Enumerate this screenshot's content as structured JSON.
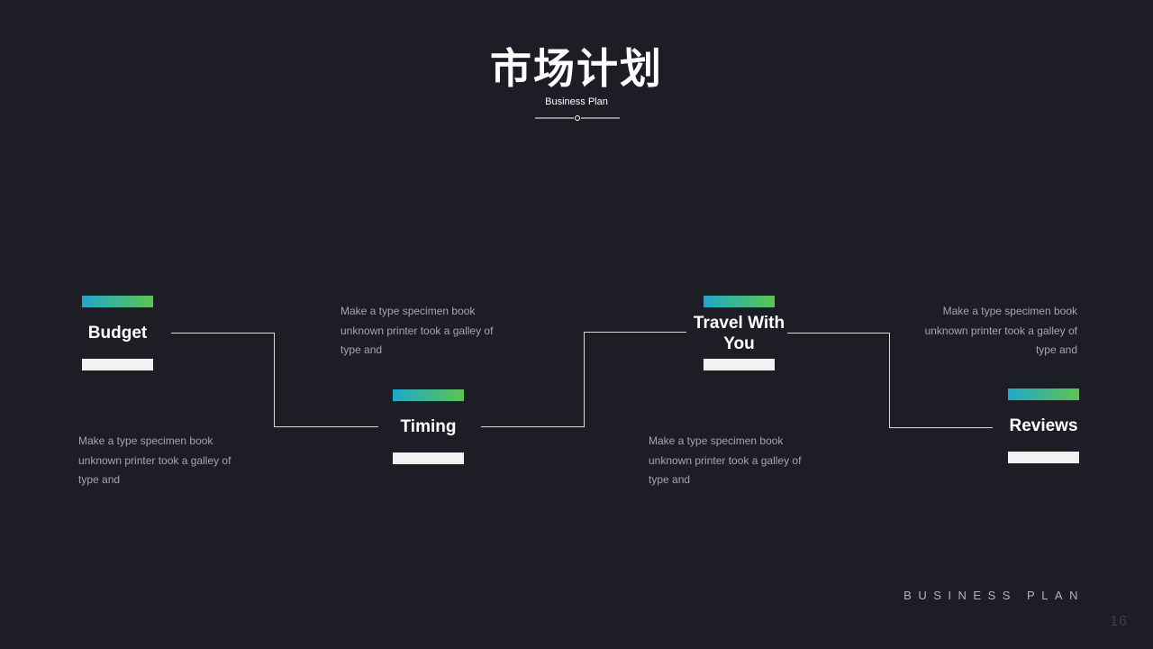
{
  "slide": {
    "title": "市场计划",
    "subtitle": "Business Plan",
    "footer": "BUSINESS PLAN",
    "page_number": "16"
  },
  "colors": {
    "background": "#1d1e25",
    "gradient_start": "#1fa8c9",
    "gradient_end": "#5dc452",
    "bar_light": "#f2f2f2",
    "line": "#d9d9d9",
    "description_text": "#a6a6ad"
  },
  "nodes": [
    {
      "label": "Budget"
    },
    {
      "label": "Timing"
    },
    {
      "label": "Travel With You"
    },
    {
      "label": "Reviews"
    }
  ],
  "descriptions": [
    {
      "text": "Make a type specimen book unknown printer took a galley of type and"
    },
    {
      "text": "Make a type specimen book unknown printer took a galley of type and"
    },
    {
      "text": "Make a type specimen book unknown printer took a galley of type and"
    },
    {
      "text": "Make a type specimen book unknown printer took a galley of type and"
    }
  ]
}
